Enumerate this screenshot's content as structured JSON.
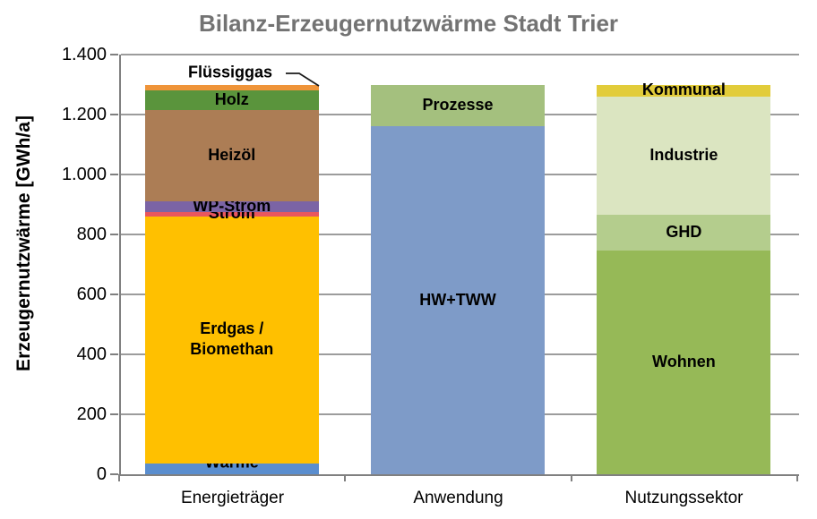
{
  "chart_data": {
    "type": "bar",
    "stacked": true,
    "title": "Bilanz-Erzeugernutzwärme Stadt Trier",
    "title_color": "#737373",
    "ylabel": "Erzeugernutzwärme [GWh/a]",
    "xlabel": "",
    "ylim": [
      0,
      1400
    ],
    "ytick_step": 200,
    "ytick_labels": [
      "0",
      "200",
      "400",
      "600",
      "800",
      "1.000",
      "1.200",
      "1.400"
    ],
    "grid": true,
    "legend_position": "none",
    "axis_color": "#808080",
    "gridline_color": "#9c9c9c",
    "categories": [
      "Energieträger",
      "Anwendung",
      "Nutzungssektor"
    ],
    "bars": [
      {
        "category": "Energieträger",
        "total": 1300,
        "segments": [
          {
            "label": "Wärme",
            "value": 35,
            "color": "#5a8ecf"
          },
          {
            "label": "Erdgas / Biomethan",
            "label_lines": [
              "Erdgas /",
              "Biomethan"
            ],
            "value": 825,
            "color": "#ffc000"
          },
          {
            "label": "Strom",
            "value": 15,
            "color": "#e9565e"
          },
          {
            "label": "WP-Strom",
            "value": 35,
            "color": "#7b64a5"
          },
          {
            "label": "Heizöl",
            "value": 305,
            "color": "#ac7d55"
          },
          {
            "label": "Holz",
            "value": 65,
            "color": "#5a943c"
          },
          {
            "label": "Flüssiggas",
            "value": 20,
            "color": "#ef9439",
            "label_outside": true
          }
        ]
      },
      {
        "category": "Anwendung",
        "total": 1300,
        "segments": [
          {
            "label": "HW+TWW",
            "value": 1160,
            "color": "#7e9bc8"
          },
          {
            "label": "Prozesse",
            "value": 140,
            "color": "#a4c07e"
          }
        ]
      },
      {
        "category": "Nutzungssektor",
        "total": 1300,
        "segments": [
          {
            "label": "Wohnen",
            "value": 745,
            "color": "#96b957"
          },
          {
            "label": "GHD",
            "value": 120,
            "color": "#b4cd8d"
          },
          {
            "label": "Industrie",
            "value": 395,
            "color": "#dbe5c1"
          },
          {
            "label": "Kommunal",
            "value": 40,
            "color": "#e2cc3a"
          }
        ]
      }
    ],
    "annotation": {
      "label": "Flüssiggas",
      "points_to": "top of Energieträger bar"
    }
  }
}
